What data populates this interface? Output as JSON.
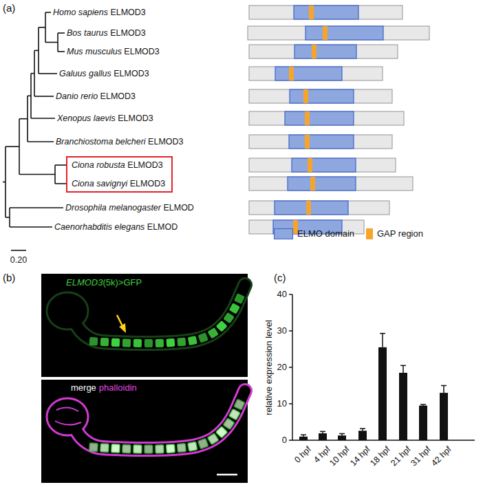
{
  "diagram": {
    "nodes": [
      {
        "text": [
          "Ciona robusta ELMOD3",
          "Ciona savignyi ELMOD3"
        ]
      }
    ],
    "labels": [
      "(a)",
      "Homo sapiens ELMOD3",
      "Bos taurus ELMOD3",
      "Mus musculus ELMOD3",
      "Galuus gallus ELMOD3",
      "Danio rerio ELMOD3",
      "Xenopus laevis ELMOD3",
      "Branchiostoma belcheri ELMOD3",
      "Drosophila melanogaster ELMOD",
      "Caenorhabditis elegans ELMOD",
      "0.20",
      "(b)",
      "ELMOD3(5k)>GFP",
      "merge",
      "phalloidin",
      "(c)",
      "40",
      "30",
      "20",
      "10",
      "0",
      "relative expression level",
      "0 hpf",
      "4 hpf",
      "10 hpf",
      "14 hpf",
      "18 hpf",
      "21 hpf",
      "31 hpf",
      "42 hpf"
    ],
    "legend": [
      {
        "text": "ELMO domain",
        "color": "#8ea7de"
      },
      {
        "text": "GAP region",
        "color": "#f5a52c"
      }
    ]
  }
}
